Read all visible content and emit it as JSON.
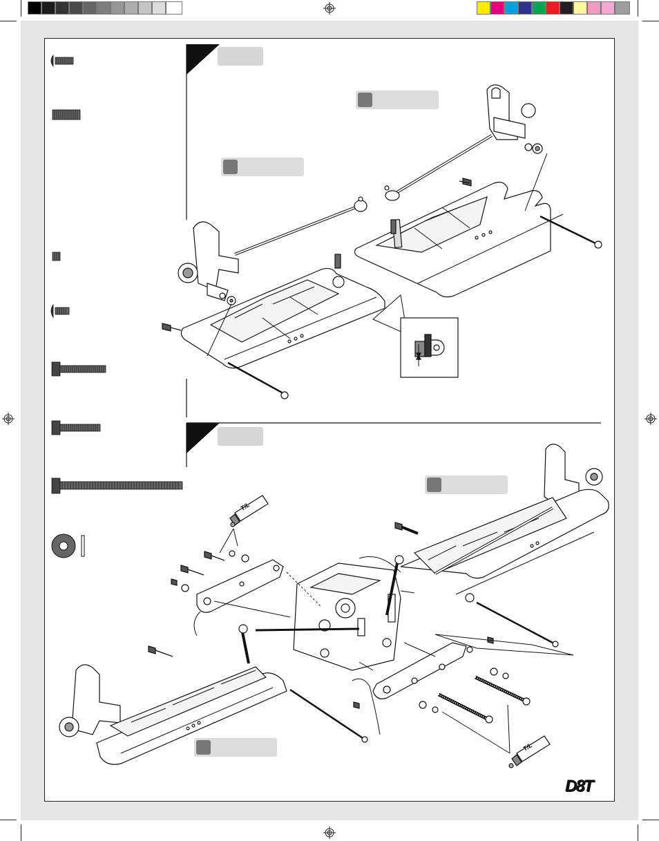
{
  "page": {
    "logo_text": "D8T",
    "tube_label": "T/L"
  },
  "color_bar": {
    "grays": [
      "#000000",
      "#1c1c1c",
      "#333333",
      "#4a4a4a",
      "#666666",
      "#7d7d7d",
      "#969696",
      "#adadad",
      "#c4c4c4",
      "#dcdcdc",
      "#ffffff"
    ],
    "colors": [
      "#ffeb00",
      "#e6007e",
      "#00a0e3",
      "#2e3192",
      "#00a651",
      "#ed1c24",
      "#231f20",
      "#fff799",
      "#f49ac1",
      "#f7a8d0",
      "#9d9d9d"
    ]
  },
  "parts_legend": {
    "items": [
      {
        "icon": "button-head-screw-icon"
      },
      {
        "icon": "set-screw-long-icon"
      },
      {
        "icon": "set-screw-short-icon"
      },
      {
        "icon": "button-head-screw-short-icon"
      },
      {
        "icon": "cap-screw-icon"
      },
      {
        "icon": "cap-screw-short-icon"
      },
      {
        "icon": "cap-screw-long-icon"
      },
      {
        "icon": "washer-icon"
      }
    ]
  },
  "steps": [
    {
      "name": "step-1",
      "part_boxes": 2
    },
    {
      "name": "step-2",
      "part_boxes": 2
    }
  ]
}
